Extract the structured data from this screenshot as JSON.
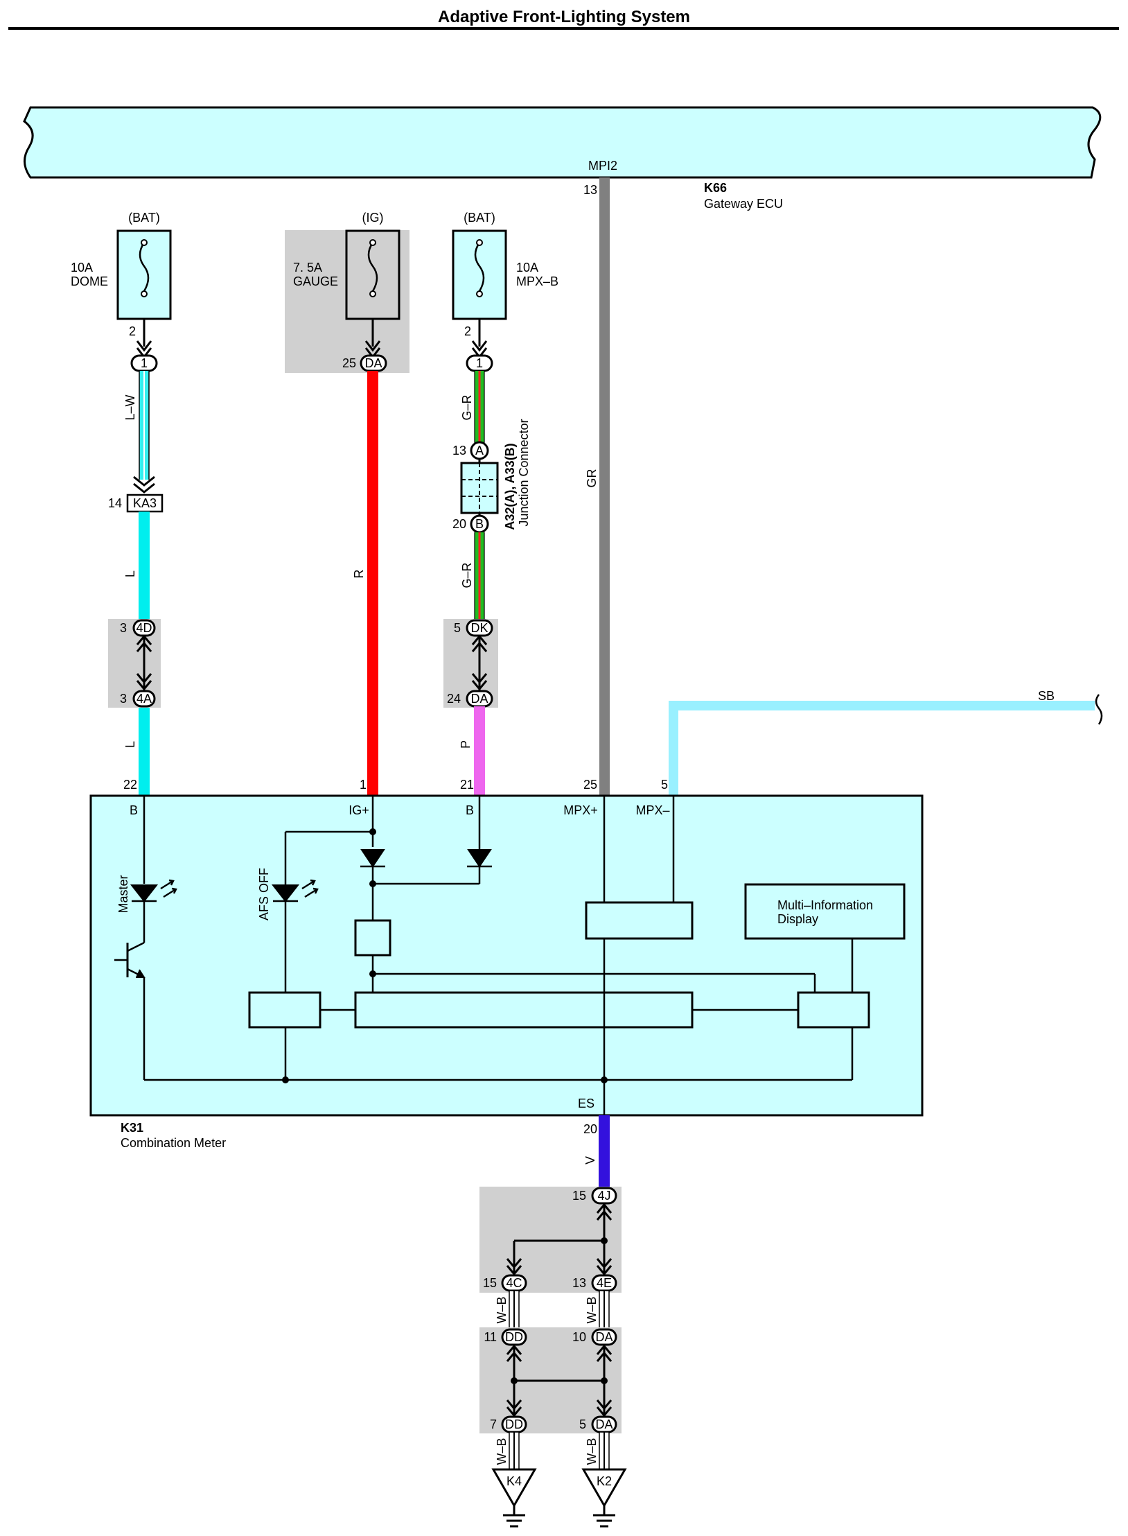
{
  "title": "Adaptive Front-Lighting System",
  "colors": {
    "bus_fill": "#ccffff",
    "ecu_fill": "#ccffff",
    "shade": "#d0d0d0",
    "wire_L": "#00eeee",
    "wire_LW": "#33eeee",
    "wire_R": "#ff0000",
    "wire_GR_green": "#22bb22",
    "wire_GR_red": "#ff2222",
    "wire_P": "#ee66ee",
    "wire_GRAY": "#808080",
    "wire_SB": "#99f0ff",
    "wire_V": "#3311dd"
  },
  "bus": {
    "label": "MPI2",
    "pin": "13"
  },
  "gateway": {
    "code": "K66",
    "name": "Gateway ECU"
  },
  "fuses": [
    {
      "source": "(BAT)",
      "rating": "10A",
      "name": "DOME",
      "pin": "2"
    },
    {
      "source": "(IG)",
      "rating": "7. 5A",
      "name": "GAUGE"
    },
    {
      "source": "(BAT)",
      "rating": "10A",
      "name": "MPX–B",
      "pin": "2"
    }
  ],
  "connectors": {
    "dome_top": "1",
    "ka3": {
      "id": "KA3",
      "pin": "14"
    },
    "c4d": {
      "id": "4D",
      "pin": "3"
    },
    "c4a": {
      "id": "4A",
      "pin": "3"
    },
    "gauge_da": {
      "id": "DA",
      "pin": "25"
    },
    "mpx_top": "1",
    "jc_a": {
      "id": "A",
      "pin": "13"
    },
    "jc_b": {
      "id": "B",
      "pin": "20"
    },
    "dk": {
      "id": "DK",
      "pin": "5"
    },
    "da24": {
      "id": "DA",
      "pin": "24"
    },
    "c4j": {
      "id": "4J",
      "pin": "15"
    },
    "c4c": {
      "id": "4C",
      "pin": "15"
    },
    "c4e": {
      "id": "4E",
      "pin": "13"
    },
    "dd11": {
      "id": "DD",
      "pin": "11"
    },
    "da10": {
      "id": "DA",
      "pin": "10"
    },
    "dd7": {
      "id": "DD",
      "pin": "7"
    },
    "da5": {
      "id": "DA",
      "pin": "5"
    }
  },
  "junction_connector": {
    "code": "A32(A), A33(B)",
    "name": "Junction Connector"
  },
  "wire_labels": {
    "lw": "L–W",
    "l1": "L",
    "l2": "L",
    "r": "R",
    "gr1": "G–R",
    "gr2": "G–R",
    "p": "P",
    "gray": "GR",
    "sb": "SB",
    "v": "V",
    "wb1": "W–B",
    "wb2": "W–B",
    "wb3": "W–B",
    "wb4": "W–B"
  },
  "meter": {
    "code": "K31",
    "name": "Combination Meter",
    "pins": [
      {
        "num": "22",
        "name": "B"
      },
      {
        "num": "1",
        "name": "IG+"
      },
      {
        "num": "21",
        "name": "B"
      },
      {
        "num": "25",
        "name": "MPX+"
      },
      {
        "num": "5",
        "name": "MPX–"
      }
    ],
    "es_pin": {
      "num": "20",
      "name": "ES"
    },
    "master_label": "Master",
    "afs_label": "AFS OFF",
    "mid_label_1": "Multi–Information",
    "mid_label_2": "Display"
  },
  "grounds": [
    "K4",
    "K2"
  ]
}
